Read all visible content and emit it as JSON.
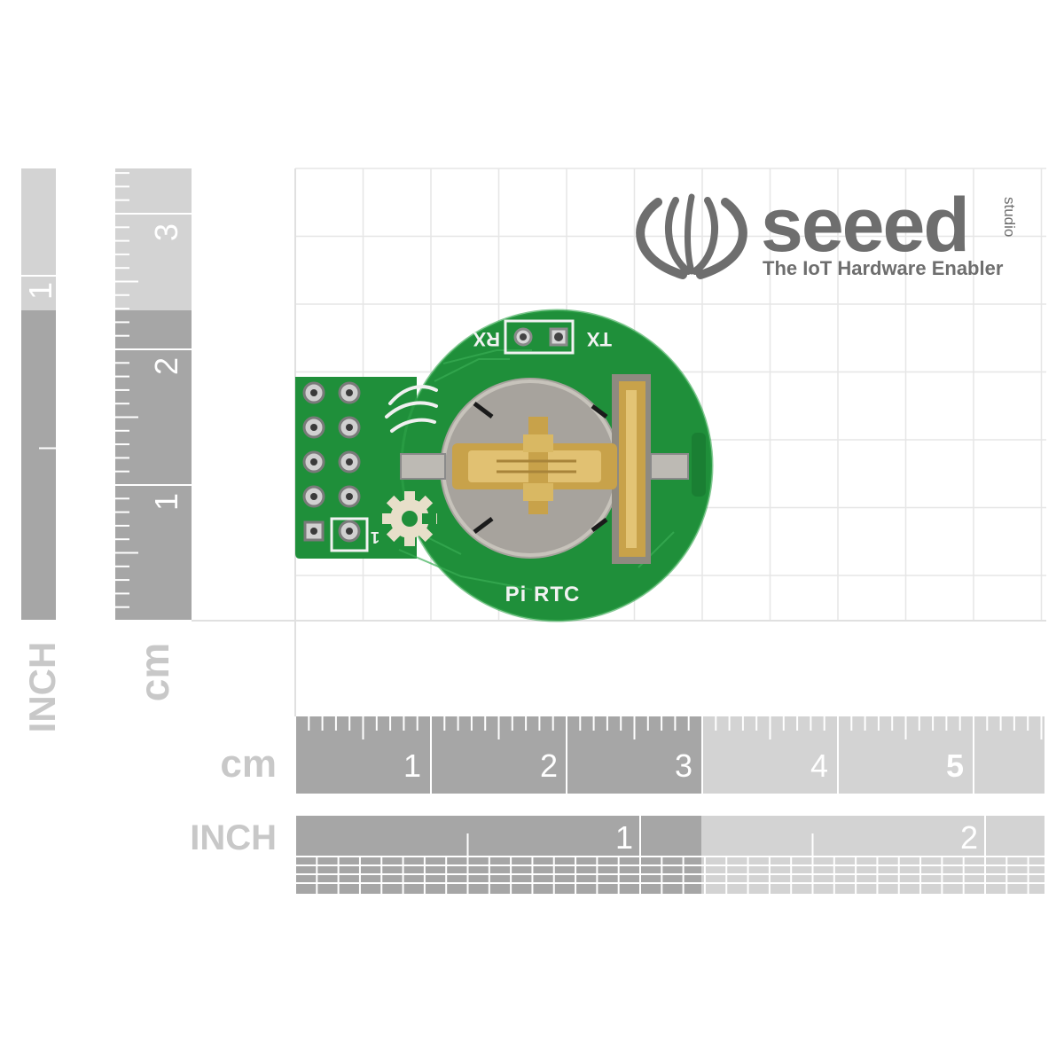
{
  "brand": {
    "name": "seeed",
    "sub": "studio",
    "tagline": "The IoT Hardware Enabler",
    "logo_color": "#6e6e6e"
  },
  "board": {
    "label": "Pi RTC",
    "pin_rx": "RX",
    "pin_tx": "TX",
    "pin1_marker": "1",
    "pcb_color": "#1f8f3a",
    "holder_color": "#a7a39d",
    "clip_color": "#c8a24a"
  },
  "rulers": {
    "horizontal_cm": {
      "unit": "cm",
      "ticks": [
        "1",
        "2",
        "3",
        "4",
        "5"
      ]
    },
    "horizontal_inch": {
      "unit": "INCH",
      "ticks": [
        "1",
        "2"
      ]
    },
    "vertical_cm": {
      "unit": "cm",
      "ticks": [
        "1",
        "2",
        "3"
      ]
    },
    "vertical_inch": {
      "unit": "INCH",
      "ticks": [
        "1"
      ]
    },
    "dark_color": "#a6a6a6",
    "light_color": "#d3d3d3"
  }
}
